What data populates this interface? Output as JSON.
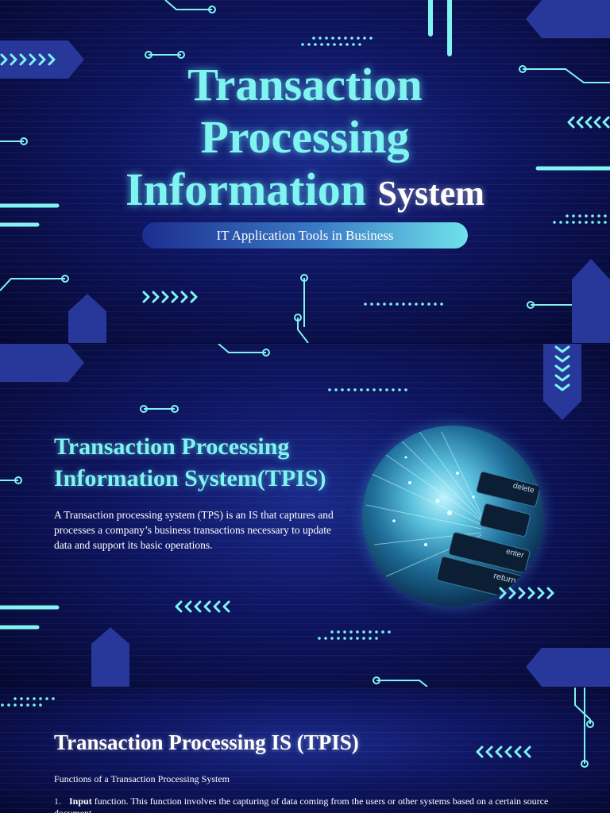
{
  "slide1": {
    "title_line1": "Transaction",
    "title_line2": "Processing",
    "title_line3_accent": "Information",
    "title_line3_white": "System",
    "subtitle": "IT Application Tools in Business"
  },
  "slide2": {
    "heading": "Transaction Processing Information System(TPIS)",
    "body": "A Transaction processing system (TPS) is an IS that captures and processes a company’s business transactions necessary to update data and support its basic operations.",
    "image": {
      "key_delete": "delete",
      "key_enter": "enter",
      "key_return": "return"
    }
  },
  "slide3": {
    "heading": "Transaction Processing IS (TPIS)",
    "intro": "Functions of a Transaction Processing System",
    "list": [
      {
        "number": "1.",
        "term": "Input",
        "text": " function. This function involves the capturing of data coming from the users or other systems based on a certain source document."
      }
    ]
  },
  "colors": {
    "accent": "#7ff4f0",
    "background": "#0e1560",
    "shape": "#27379a"
  }
}
